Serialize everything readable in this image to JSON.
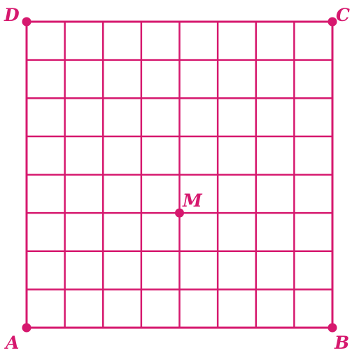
{
  "grid": {
    "divisions": 8,
    "line_color": "#d6186e",
    "point_color": "#d6186e",
    "label_color": "#d6186e"
  },
  "points": {
    "A": {
      "label": "A",
      "col": 0,
      "row": 0
    },
    "B": {
      "label": "B",
      "col": 8,
      "row": 0
    },
    "C": {
      "label": "C",
      "col": 8,
      "row": 8
    },
    "D": {
      "label": "D",
      "col": 0,
      "row": 8
    },
    "M": {
      "label": "M",
      "col": 4,
      "row": 3
    }
  }
}
